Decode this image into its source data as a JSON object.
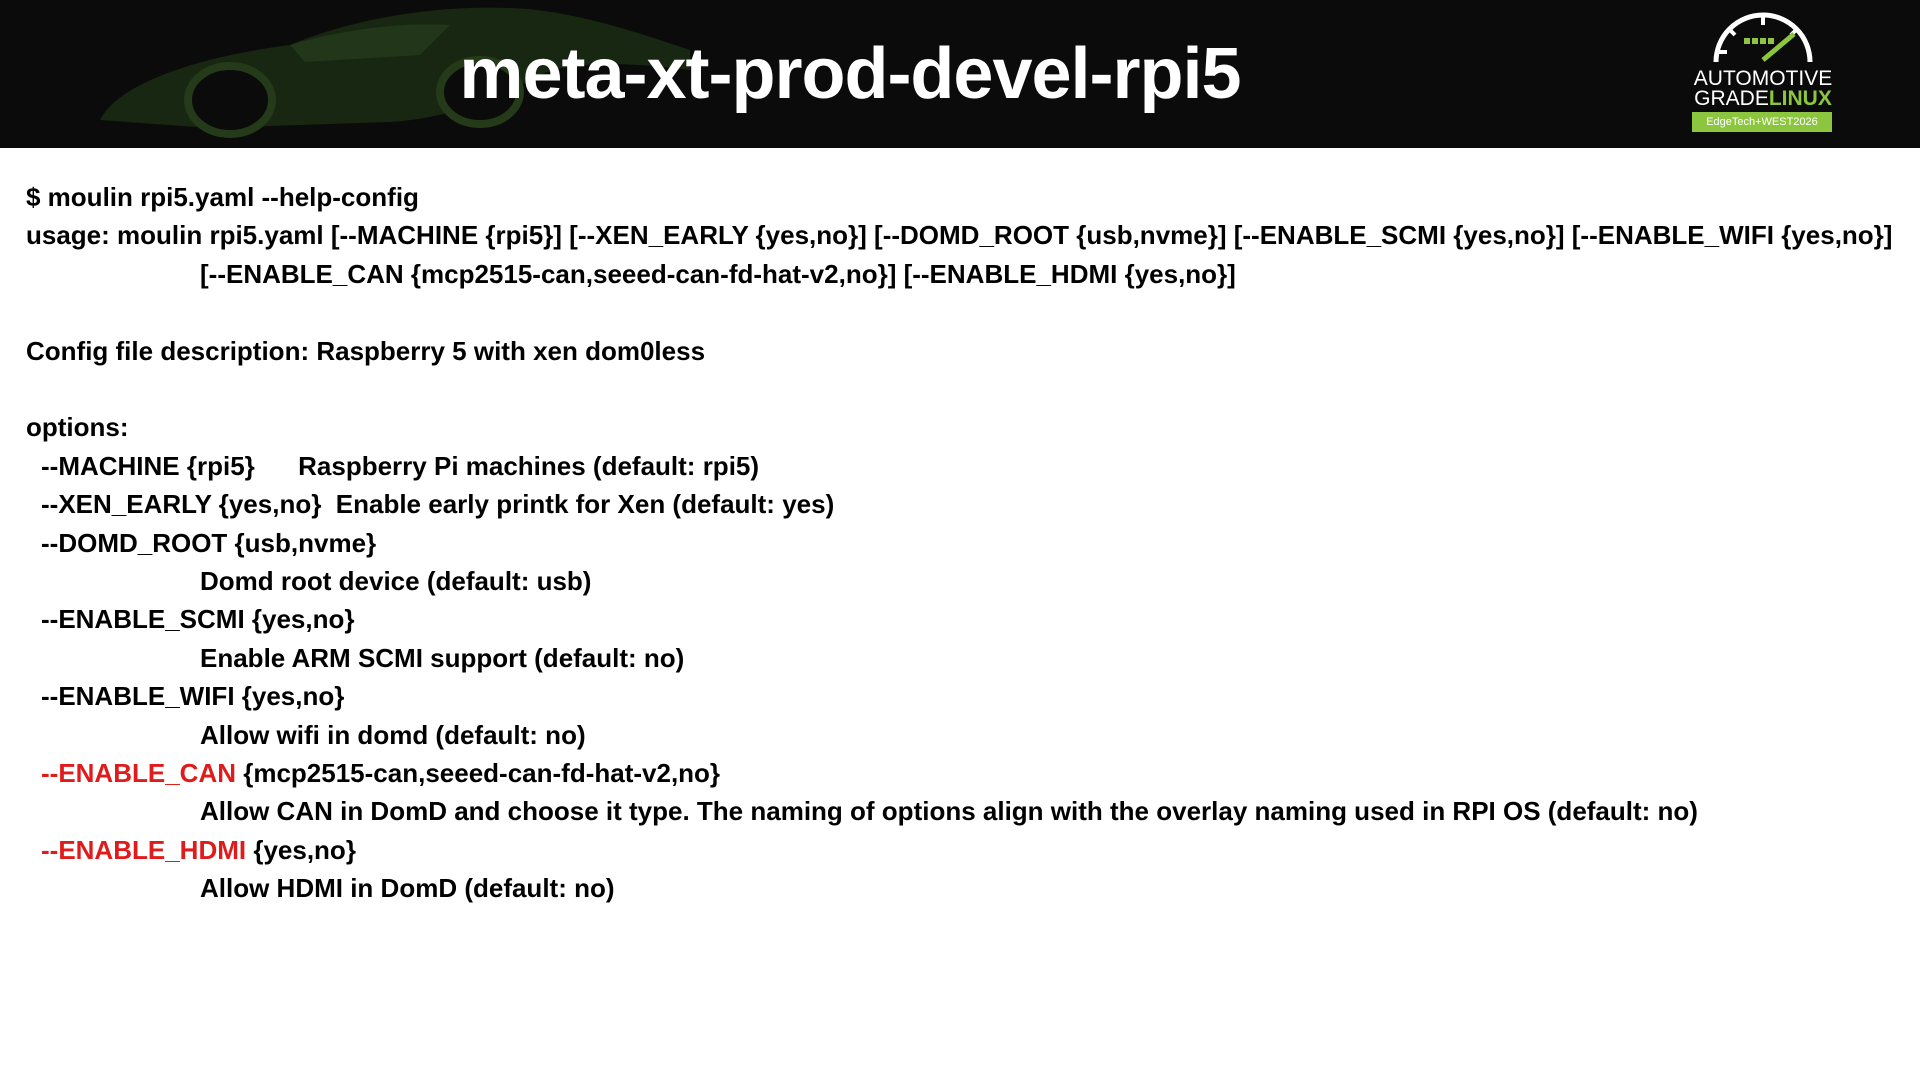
{
  "header": {
    "title": "meta-xt-prod-devel-rpi5",
    "logo": {
      "line1": "AUTOMOTIVE",
      "line2_grade": "GRADE",
      "line2_linux": "LINUX",
      "badge": "EdgeTech+WEST2026",
      "icon": "speedometer-gauge-icon"
    },
    "background_art": "car-silhouette-icon"
  },
  "colors": {
    "header_bg": "#0b0b0b",
    "text": "#000000",
    "highlight": "#e01b1b",
    "brand_green": "#8cc63f"
  },
  "terminal": {
    "command": "$ moulin rpi5.yaml --help-config",
    "usage_line1": "usage: moulin rpi5.yaml [--MACHINE {rpi5}] [--XEN_EARLY {yes,no}] [--DOMD_ROOT {usb,nvme}] [--ENABLE_SCMI {yes,no}] [--ENABLE_WIFI {yes,no}]",
    "usage_line2": "[--ENABLE_CAN {mcp2515-can,seeed-can-fd-hat-v2,no}] [--ENABLE_HDMI {yes,no}]",
    "description": "Config file description: Raspberry 5 with xen dom0less",
    "options_heading": "options:",
    "options": {
      "machine": "--MACHINE {rpi5}      Raspberry Pi machines (default: rpi5)",
      "xen_early": "--XEN_EARLY {yes,no}  Enable early printk for Xen (default: yes)",
      "domd_root": "--DOMD_ROOT {usb,nvme}",
      "domd_root_desc": "Domd root device (default: usb)",
      "scmi": "--ENABLE_SCMI {yes,no}",
      "scmi_desc": "Enable ARM SCMI support (default: no)",
      "wifi": "--ENABLE_WIFI {yes,no}",
      "wifi_desc": "Allow wifi in domd (default: no)",
      "can_flag": "--ENABLE_CAN",
      "can_values": " {mcp2515-can,seeed-can-fd-hat-v2,no}",
      "can_desc": "Allow CAN in DomD and choose it type. The naming of options align with the overlay naming used in RPI OS (default: no)",
      "hdmi_flag": "--ENABLE_HDMI",
      "hdmi_values": " {yes,no}",
      "hdmi_desc": "Allow HDMI in DomD (default: no)"
    }
  }
}
